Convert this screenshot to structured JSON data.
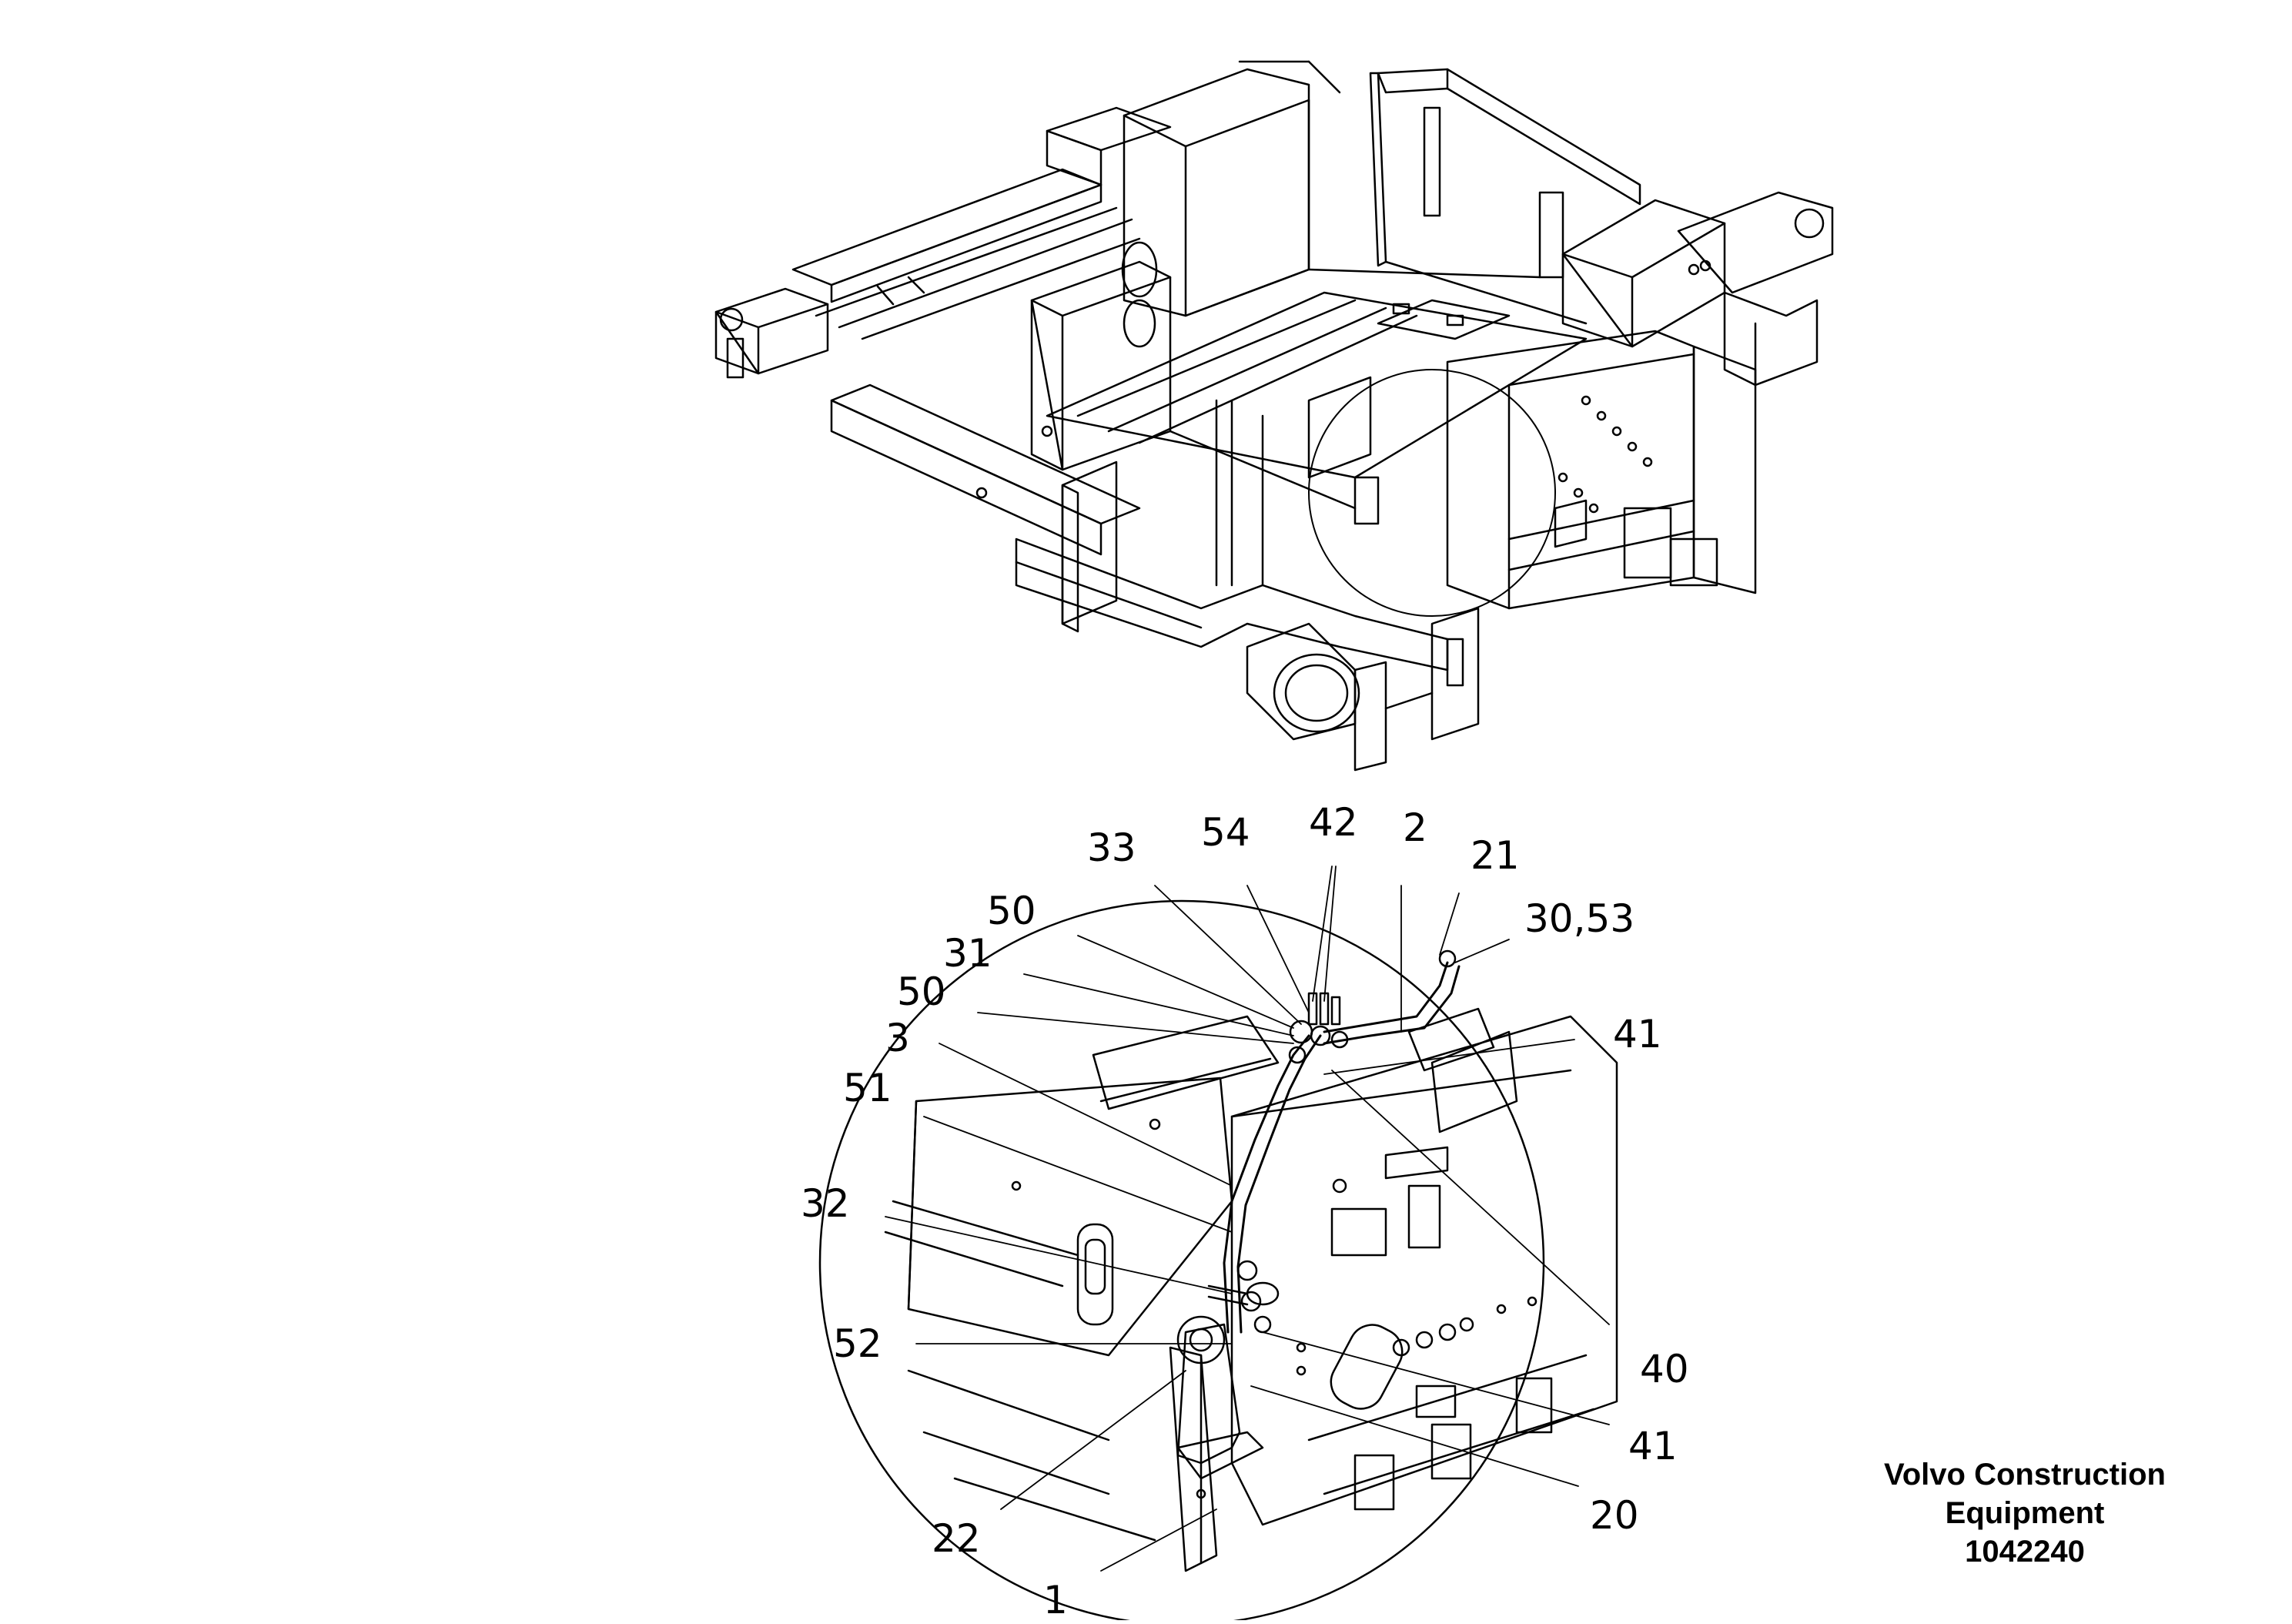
{
  "callouts": [
    {
      "id": "c33",
      "text": "33"
    },
    {
      "id": "c54",
      "text": "54"
    },
    {
      "id": "c42",
      "text": "42"
    },
    {
      "id": "c2",
      "text": "2"
    },
    {
      "id": "c21",
      "text": "21"
    },
    {
      "id": "c30_53",
      "text": "30,53"
    },
    {
      "id": "c50a",
      "text": "50"
    },
    {
      "id": "c31",
      "text": "31"
    },
    {
      "id": "c50b",
      "text": "50"
    },
    {
      "id": "c3",
      "text": "3"
    },
    {
      "id": "c41a",
      "text": "41"
    },
    {
      "id": "c51",
      "text": "51"
    },
    {
      "id": "c32",
      "text": "32"
    },
    {
      "id": "c52",
      "text": "52"
    },
    {
      "id": "c40",
      "text": "40"
    },
    {
      "id": "c41b",
      "text": "41"
    },
    {
      "id": "c20",
      "text": "20"
    },
    {
      "id": "c22",
      "text": "22"
    },
    {
      "id": "c1",
      "text": "1"
    }
  ],
  "caption": {
    "line1": "Volvo Construction",
    "line2": "Equipment",
    "line3": "1042240"
  }
}
